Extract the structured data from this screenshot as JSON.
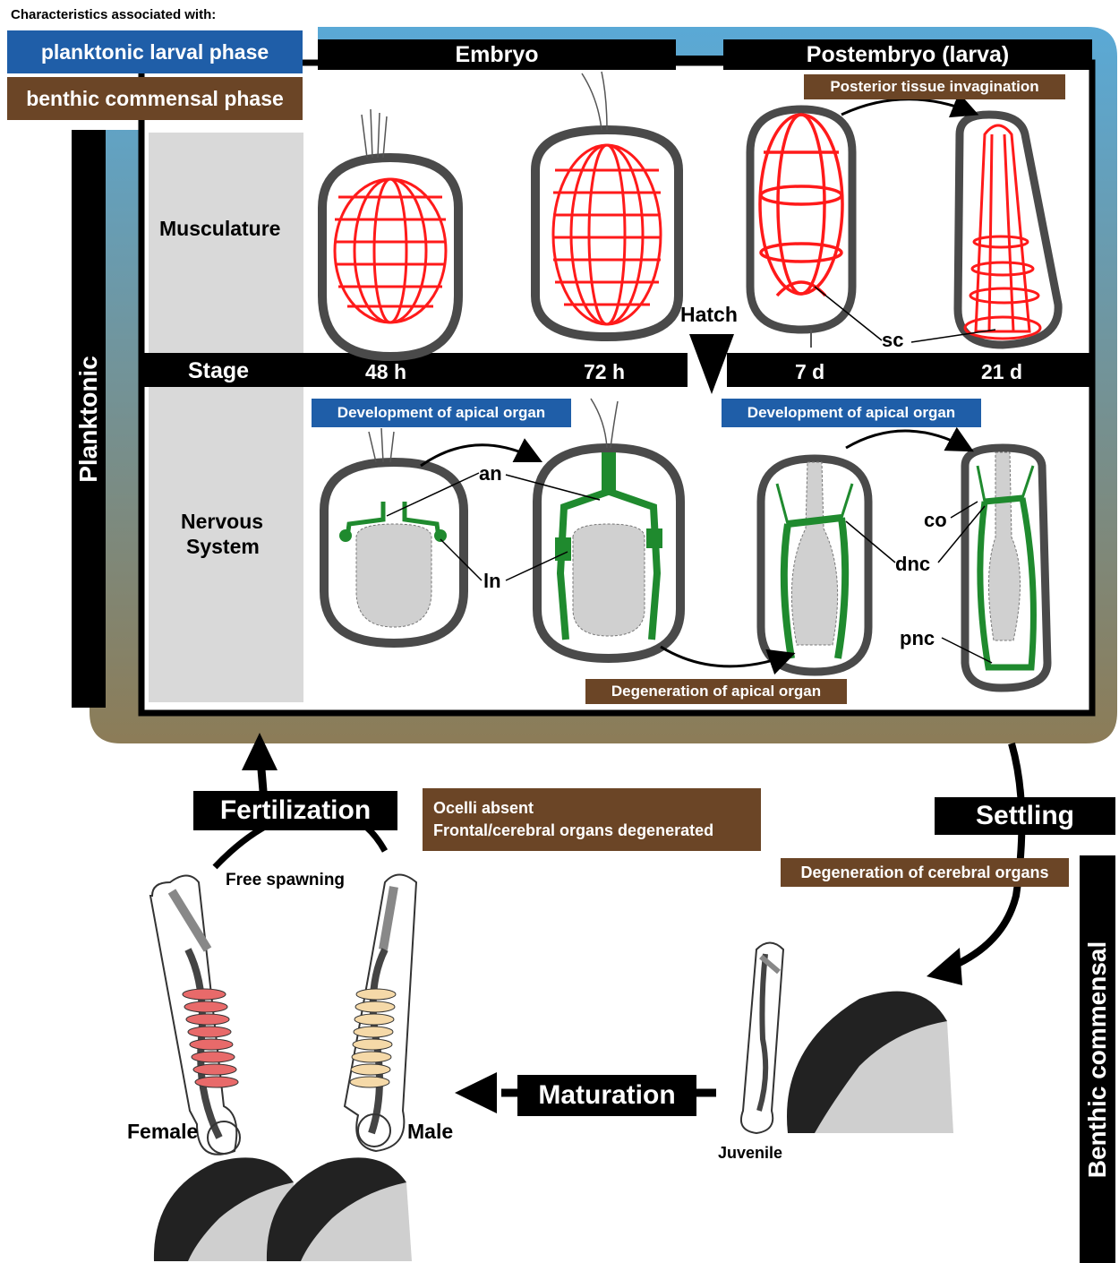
{
  "legend": {
    "heading": "Characteristics associated with:",
    "planktonic_label": "planktonic larval phase",
    "benthic_label": "benthic commensal phase"
  },
  "colors": {
    "planktonic_blue": "#1f5ea8",
    "benthic_brown": "#6b4526",
    "musculature_red": "#ff1a1a",
    "nervous_green": "#1f8a2e",
    "gradient_top": "#5aa9d6",
    "gradient_bottom": "#8c7c57"
  },
  "header": {
    "embryo": "Embryo",
    "postembryo": "Postembryo (larva)"
  },
  "panel": {
    "musculature": "Musculature",
    "stage": "Stage",
    "nervous_line1": "Nervous",
    "nervous_line2": "System",
    "hatch": "Hatch",
    "stages": [
      "48 h",
      "72 h",
      "7 d",
      "21 d"
    ],
    "posterior_invagination": "Posterior tissue invagination",
    "apical_dev_1": "Development of apical organ",
    "apical_dev_2": "Development of apical organ",
    "apical_degeneration": "Degeneration of apical organ",
    "labels": {
      "sc": "sc",
      "an": "an",
      "ln": "ln",
      "co": "co",
      "dnc": "dnc",
      "pnc": "pnc"
    }
  },
  "side": {
    "planktonic": "Planktonic",
    "benthic": "Benthic commensal"
  },
  "cycle": {
    "fertilization": "Fertilization",
    "free_spawning": "Free spawning",
    "ocelli_line1": "Ocelli absent",
    "ocelli_line2": "Frontal/cerebral organs degenerated",
    "settling": "Settling",
    "cerebral_degeneration": "Degeneration of cerebral organs",
    "maturation": "Maturation",
    "female": "Female",
    "male": "Male",
    "juvenile": "Juvenile"
  }
}
